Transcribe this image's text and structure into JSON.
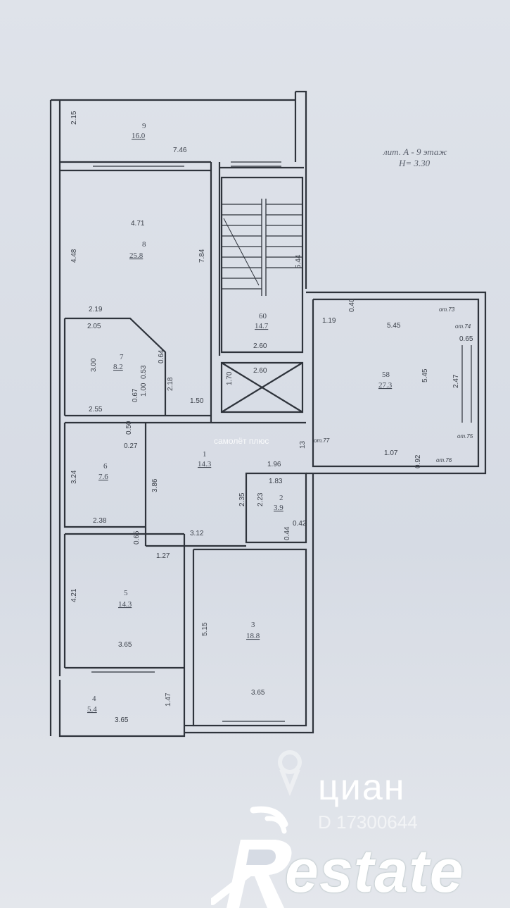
{
  "note": {
    "line1": "лит. А - 9 этаж",
    "line2": "Н= 3.30"
  },
  "rooms": [
    {
      "num": "9",
      "area": "16.0"
    },
    {
      "num": "8",
      "area": "25.8"
    },
    {
      "num": "7",
      "area": "8.2"
    },
    {
      "num": "6",
      "area": "7.6"
    },
    {
      "num": "1",
      "area": "14.3"
    },
    {
      "num": "2",
      "area": "3.9"
    },
    {
      "num": "5",
      "area": "14.3"
    },
    {
      "num": "3",
      "area": "18.8"
    },
    {
      "num": "4",
      "area": "5.4"
    },
    {
      "num": "60",
      "area": "14.7"
    },
    {
      "num": "58",
      "area": "27.3"
    }
  ],
  "dims": {
    "d215": "2.15",
    "d746": "7.46",
    "d471": "4.71",
    "d448": "4.48",
    "d784": "7.84",
    "d219": "2.19",
    "d205": "2.05",
    "d300": "3.00",
    "d053": "0.53",
    "d064": "0.64",
    "d067": "0.67",
    "d100": "1.00",
    "d218": "2.18",
    "d255": "2.55",
    "d150": "1.50",
    "d544": "5.44",
    "d260a": "2.60",
    "d260b": "2.60",
    "d170": "1.70",
    "d040": "0.40",
    "d119": "1.19",
    "d545a": "5.45",
    "d545b": "5.45",
    "d065": "0.65",
    "d247": "2.47",
    "d107": "1.07",
    "d092": "0.92",
    "d050": "0.50",
    "d027": "0.27",
    "d324": "3.24",
    "d238": "2.38",
    "d386": "3.86",
    "d196": "1.96",
    "d183": "1.83",
    "d235": "2.35",
    "d223": "2.23",
    "d312": "3.12",
    "d044": "0.44",
    "d042": "0.42",
    "d065b": "0.65",
    "d127": "1.27",
    "d421": "4.21",
    "d365a": "3.65",
    "d515": "5.15",
    "d365b": "3.65",
    "d147": "1.47",
    "d365c": "3.65",
    "d13": "13",
    "ot173a": "от.73",
    "ot174": "от.74",
    "ot175": "от.75",
    "ot177": "от.77",
    "ot176": "от.76"
  },
  "watermark": {
    "cian": "циан",
    "cian_id": "D 17300644",
    "samolet": "самолёт плюс"
  },
  "logo": {
    "text": "estate"
  },
  "colors": {
    "wall": "#2c3038",
    "paper": "#dadfe7",
    "logo": "#ffffff"
  }
}
